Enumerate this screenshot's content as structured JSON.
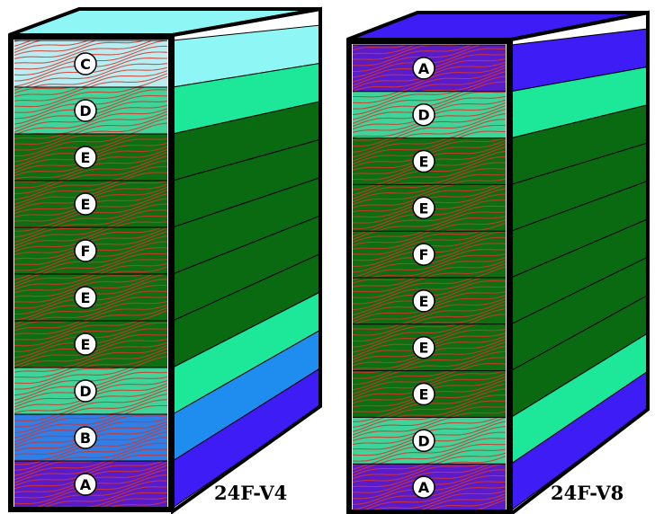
{
  "colors": {
    "A": "#5a1cc8",
    "B": "#2f7fe6",
    "C": "#b8eef2",
    "D": "#3fd49a",
    "E": "#0f6e12",
    "F": "#0f6e12",
    "grain": "#d8342a",
    "outline": "#000000",
    "badge": "#ffffff"
  },
  "side_colors": {
    "A": "#3d1cf5",
    "B": "#1f8cf0",
    "C": "#8ff6f6",
    "D": "#1de89a",
    "E": "#0a6a12",
    "F": "#0a6a12"
  },
  "beams": [
    {
      "label": "24F-V4",
      "grades": [
        "C",
        "D",
        "E",
        "E",
        "F",
        "E",
        "E",
        "D",
        "B",
        "A"
      ]
    },
    {
      "label": "24F-V8",
      "grades": [
        "A",
        "D",
        "E",
        "E",
        "F",
        "E",
        "E",
        "E",
        "D",
        "A"
      ]
    }
  ]
}
